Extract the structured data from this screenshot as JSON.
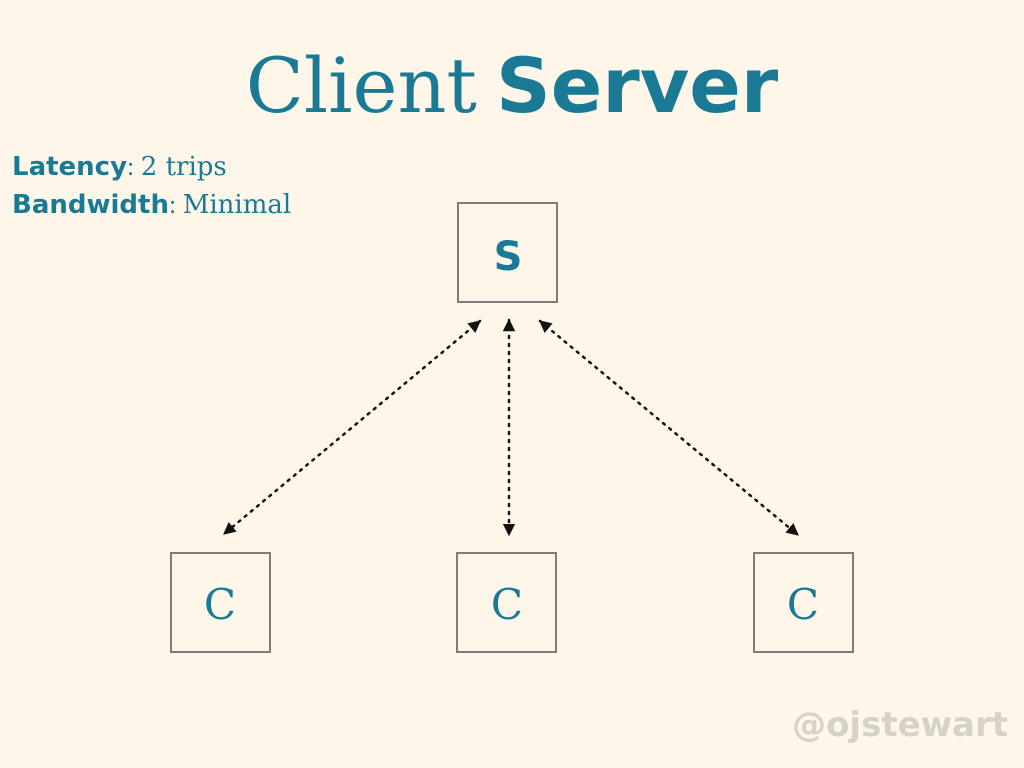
{
  "title": {
    "light": "Client",
    "bold": "Server"
  },
  "stats": [
    {
      "label": "Latency",
      "value": "2 trips"
    },
    {
      "label": "Bandwidth",
      "value": "Minimal"
    }
  ],
  "nodes": {
    "server": {
      "letter": "S"
    },
    "clients": [
      {
        "letter": "C"
      },
      {
        "letter": "C"
      },
      {
        "letter": "C"
      }
    ]
  },
  "connections": [
    {
      "from": "server",
      "to": "client-1",
      "style": "dotted",
      "arrows": "both"
    },
    {
      "from": "server",
      "to": "client-2",
      "style": "dotted",
      "arrows": "both"
    },
    {
      "from": "server",
      "to": "client-3",
      "style": "dotted",
      "arrows": "both"
    }
  ],
  "watermark": "@ojstewart",
  "colors": {
    "background": "#fdf6e9",
    "accent": "#1a7a96",
    "box_border": "#7c7c7c",
    "arrow": "#111111",
    "watermark": "#d7d2c7"
  }
}
